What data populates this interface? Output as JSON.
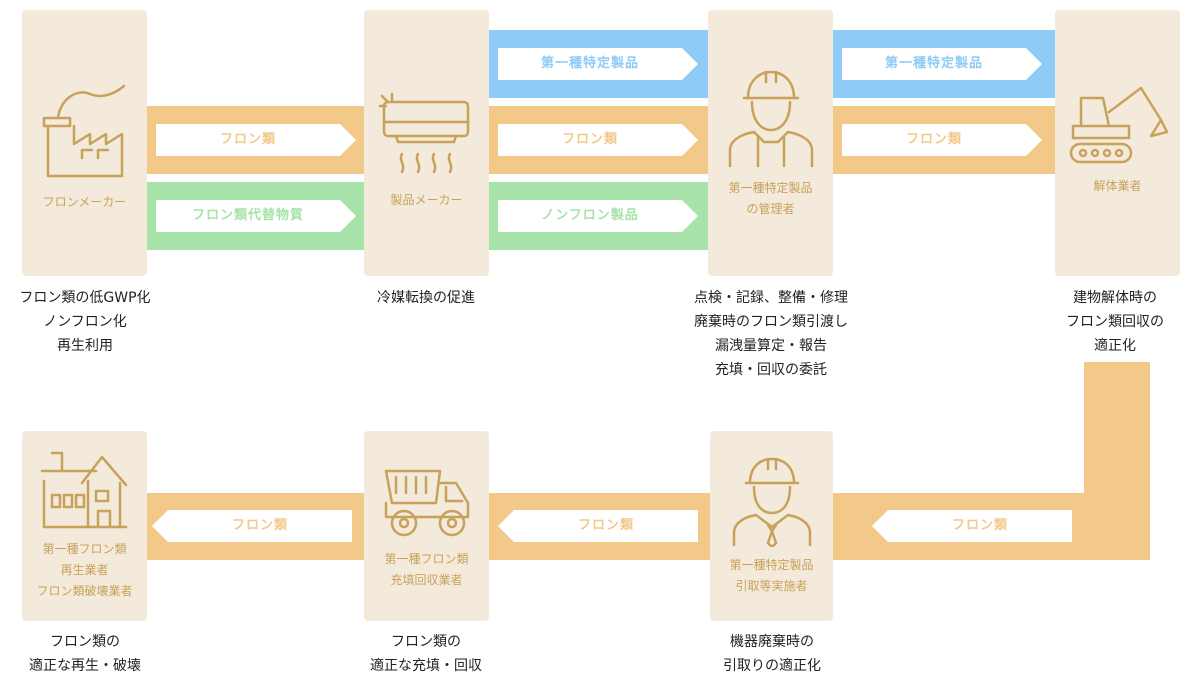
{
  "colors": {
    "orange": "#f3c98a",
    "green": "#a7e3a9",
    "blue": "#8ecbf6",
    "card_bg": "#f3eadb",
    "icon": "#c8a25a"
  },
  "actors": {
    "maker": [
      "フロンメーカー"
    ],
    "product_maker": [
      "製品メーカー"
    ],
    "manager": [
      "第一種特定製品",
      "の管理者"
    ],
    "demolition": [
      "解体業者"
    ],
    "collector": [
      "第一種特定製品",
      "引取等実施者"
    ],
    "filler": [
      "第一種フロン類",
      "充填回収業者"
    ],
    "recycler": [
      "第一種フロン類",
      "再生業者",
      "フロン類破壊業者"
    ]
  },
  "arrows": {
    "flon": "フロン類",
    "flon_alt": "フロン類代替物質",
    "spec_product": "第一種特定製品",
    "nonflon": "ノンフロン製品"
  },
  "captions": {
    "maker": [
      "フロン類の低GWP化",
      "ノンフロン化",
      "再生利用"
    ],
    "product_maker": [
      "冷媒転換の促進"
    ],
    "manager": [
      "点検・記録、整備・修理",
      "廃棄時のフロン類引渡し",
      "漏洩量算定・報告",
      "充填・回収の委託"
    ],
    "demolition": [
      "建物解体時の",
      "フロン類回収の",
      "適正化"
    ],
    "collector": [
      "機器廃棄時の",
      "引取りの適正化"
    ],
    "filler": [
      "フロン類の",
      "適正な充填・回収"
    ],
    "recycler": [
      "フロン類の",
      "適正な再生・破壊"
    ]
  }
}
